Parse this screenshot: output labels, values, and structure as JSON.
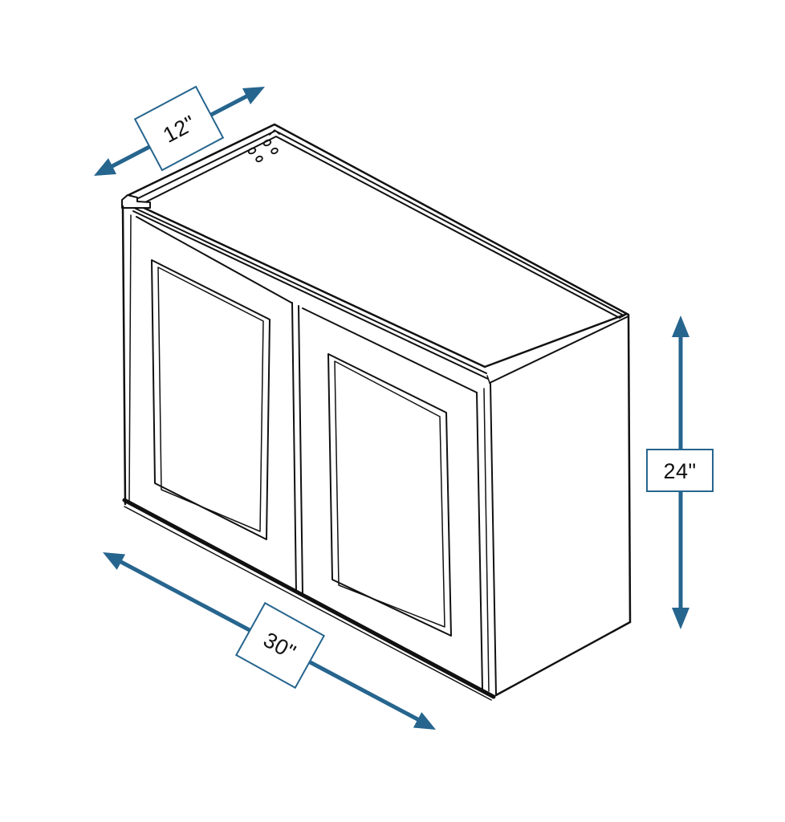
{
  "diagram": {
    "description": "Isometric line drawing of a two-door wall cabinet with three dimension arrows",
    "dimensions": {
      "depth": {
        "label": "12\""
      },
      "height": {
        "label": "24\""
      },
      "width": {
        "label": "30\""
      }
    },
    "colors": {
      "dimension_accent": "#26658E",
      "line_art": "#111111",
      "background": "#FFFFFF"
    }
  }
}
